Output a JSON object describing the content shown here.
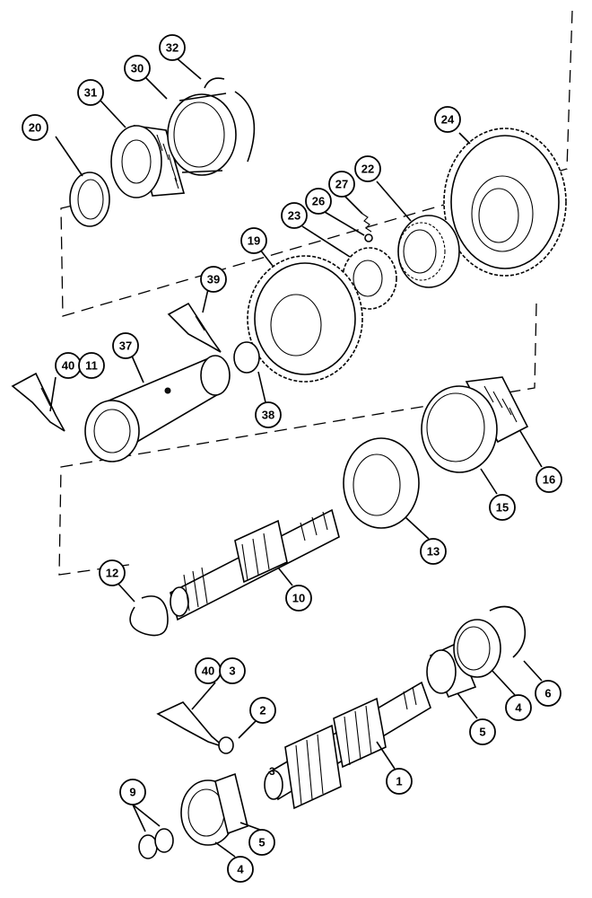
{
  "callouts": [
    {
      "id": "c20",
      "label": "20"
    },
    {
      "id": "c31",
      "label": "31"
    },
    {
      "id": "c30",
      "label": "30"
    },
    {
      "id": "c32",
      "label": "32"
    },
    {
      "id": "c24",
      "label": "24"
    },
    {
      "id": "c22",
      "label": "22"
    },
    {
      "id": "c27",
      "label": "27"
    },
    {
      "id": "c26",
      "label": "26"
    },
    {
      "id": "c23",
      "label": "23"
    },
    {
      "id": "c19",
      "label": "19"
    },
    {
      "id": "c39",
      "label": "39"
    },
    {
      "id": "c40a",
      "label": "40"
    },
    {
      "id": "c11",
      "label": "11"
    },
    {
      "id": "c37",
      "label": "37"
    },
    {
      "id": "c38",
      "label": "38"
    },
    {
      "id": "c16",
      "label": "16"
    },
    {
      "id": "c15",
      "label": "15"
    },
    {
      "id": "c13",
      "label": "13"
    },
    {
      "id": "c12",
      "label": "12"
    },
    {
      "id": "c10",
      "label": "10"
    },
    {
      "id": "c40b",
      "label": "40"
    },
    {
      "id": "c3",
      "label": "3"
    },
    {
      "id": "c2",
      "label": "2"
    },
    {
      "id": "c1",
      "label": "1"
    },
    {
      "id": "c5a",
      "label": "5"
    },
    {
      "id": "c4a",
      "label": "4"
    },
    {
      "id": "c6",
      "label": "6"
    },
    {
      "id": "c9",
      "label": "9"
    },
    {
      "id": "c4b",
      "label": "4"
    },
    {
      "id": "c5b",
      "label": "5"
    }
  ],
  "shaft_mark": "3"
}
